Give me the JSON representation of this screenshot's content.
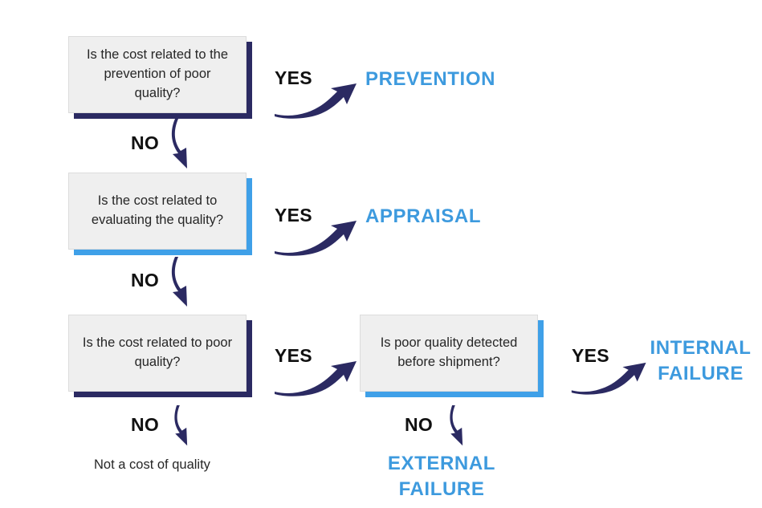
{
  "diagram": {
    "title": "Cost of Quality classification flowchart",
    "colors": {
      "box_fill": "#efefef",
      "navy_shadow": "#2b2a62",
      "blue_shadow": "#3fa0e8",
      "accent_blue": "#3d9ade",
      "text_dark": "#262626",
      "arrow": "#2b2a62",
      "background": "#ffffff"
    },
    "boxes": [
      {
        "id": "q-prevention",
        "text": "Is the cost related to the prevention of poor quality?",
        "shadow": "navy"
      },
      {
        "id": "q-appraisal",
        "text": "Is the cost related to evaluating the quality?",
        "shadow": "blue"
      },
      {
        "id": "q-poor-quality",
        "text": "Is the cost related to poor quality?",
        "shadow": "navy"
      },
      {
        "id": "q-detected-before-shipment",
        "text": "Is poor quality detected before shipment?",
        "shadow": "blue"
      }
    ],
    "labels": {
      "yes": "YES",
      "no": "NO"
    },
    "branch_labels": {
      "yes_prevention": "YES",
      "no_prevention": "NO",
      "yes_appraisal": "YES",
      "no_appraisal": "NO",
      "yes_poor_quality": "YES",
      "no_poor_quality": "NO",
      "yes_internal": "YES",
      "no_external": "NO"
    },
    "outcomes": [
      {
        "id": "prevention",
        "text": "PREVENTION"
      },
      {
        "id": "appraisal",
        "text": "APPRAISAL"
      },
      {
        "id": "internal-failure",
        "text": "INTERNAL\nFAILURE"
      },
      {
        "id": "external-failure",
        "text": "EXTERNAL\nFAILURE"
      }
    ],
    "notes": [
      {
        "id": "not-a-cost-of-quality",
        "text": "Not a cost of quality"
      }
    ],
    "icons": {
      "curved_right_arrow": "curved-right-arrow-icon",
      "curved_down_arrow": "curved-down-arrow-icon"
    }
  }
}
